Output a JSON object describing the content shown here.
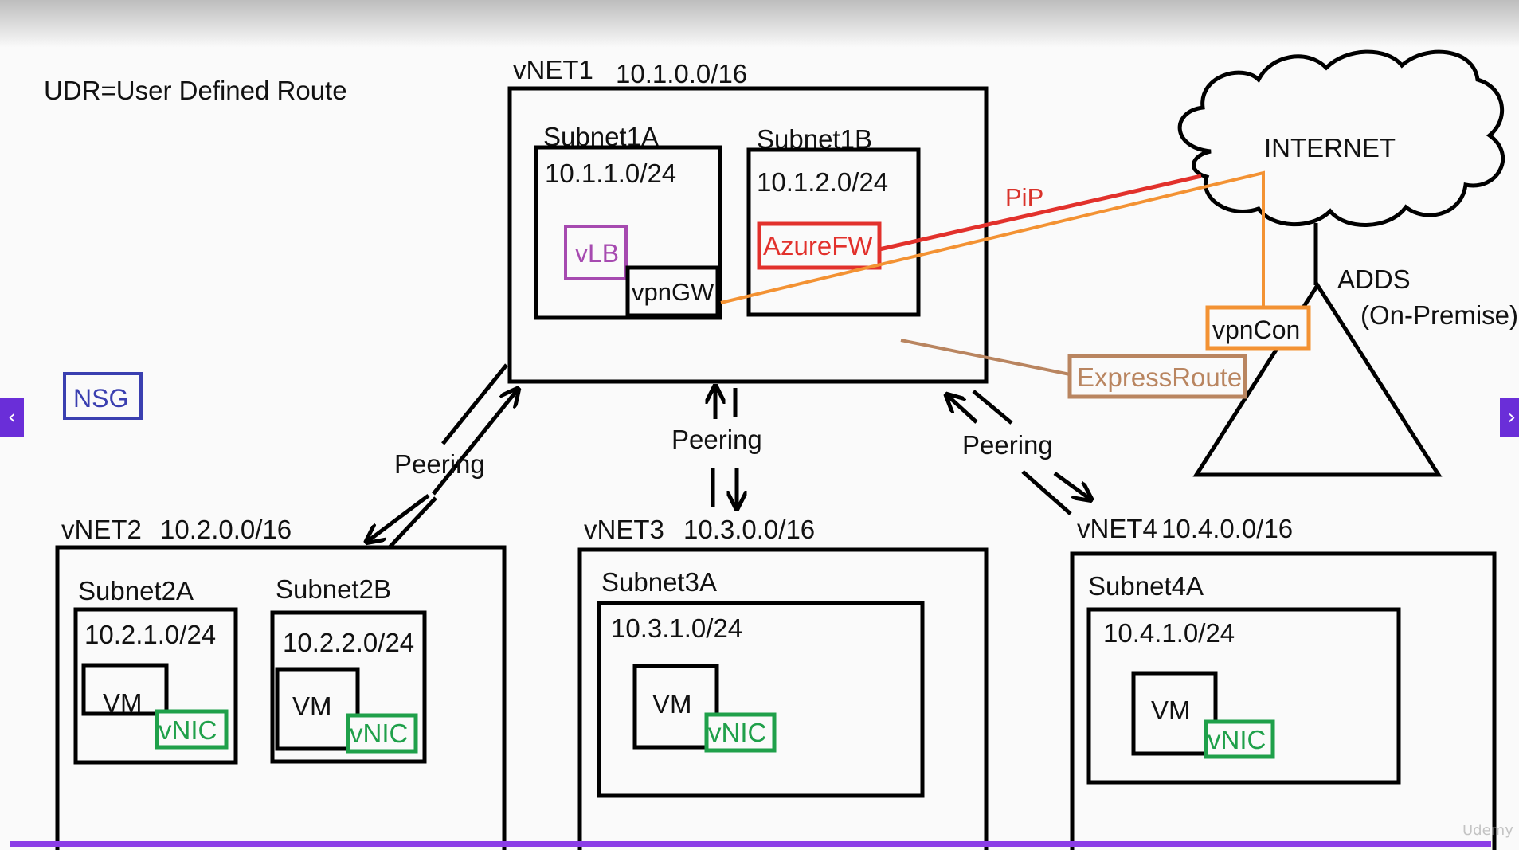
{
  "legend": {
    "udr": "UDR=User Defined Route",
    "nsg": "NSG"
  },
  "vnet1": {
    "name": "vNET1",
    "cidr": "10.1.0.0/16",
    "subnet_a": {
      "name": "Subnet1A",
      "cidr": "10.1.1.0/24",
      "vlb": "vLB",
      "vpngw": "vpnGW"
    },
    "subnet_b": {
      "name": "Subnet1B",
      "cidr": "10.1.2.0/24",
      "azurefw": "AzureFW"
    }
  },
  "internet": {
    "label": "INTERNET",
    "pip": "PiP"
  },
  "onprem": {
    "adds": "ADDS",
    "onprem": "(On-Premise)",
    "vpncon": "vpnCon",
    "expressroute": "ExpressRoute"
  },
  "peering": {
    "left": "Peering",
    "center": "Peering",
    "right": "Peering"
  },
  "vnet2": {
    "name": "vNET2",
    "cidr": "10.2.0.0/16",
    "subnet_a": {
      "name": "Subnet2A",
      "cidr": "10.2.1.0/24",
      "vm": "VM",
      "vnic": "vNIC"
    },
    "subnet_b": {
      "name": "Subnet2B",
      "cidr": "10.2.2.0/24",
      "vm": "VM",
      "vnic": "vNIC"
    }
  },
  "vnet3": {
    "name": "vNET3",
    "cidr": "10.3.0.0/16",
    "subnet_a": {
      "name": "Subnet3A",
      "cidr": "10.3.1.0/24",
      "vm": "VM",
      "vnic": "vNIC"
    }
  },
  "vnet4": {
    "name": "vNET4",
    "cidr": "10.4.0.0/16",
    "subnet_a": {
      "name": "Subnet4A",
      "cidr": "10.4.1.0/24",
      "vm": "VM",
      "vnic": "vNIC"
    }
  },
  "navigation": {
    "prev": "‹",
    "next": "›"
  },
  "watermark": "Udemy",
  "colors": {
    "line": "#000000",
    "vlb": "#a64ab0",
    "azurefw": "#e2312c",
    "pip_text": "#d9322a",
    "vpn_orange": "#f39233",
    "expressroute": "#b98560",
    "nsg": "#3a3fb0",
    "vnic": "#1fa04a",
    "nav": "#6a2ed8"
  }
}
